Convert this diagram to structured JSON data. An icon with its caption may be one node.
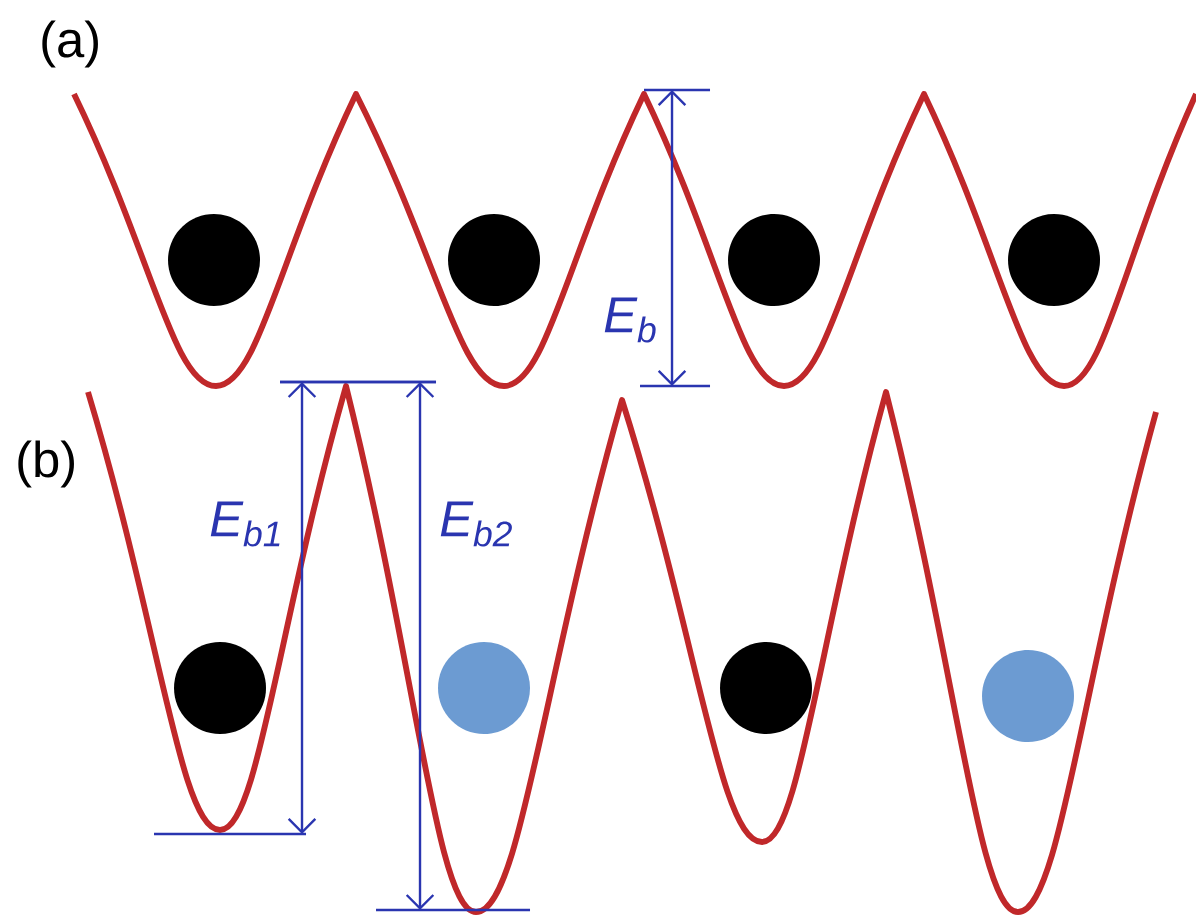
{
  "diagram": {
    "labels": [
      "(a)",
      "E$_{b}$",
      "(b)",
      "E$_{b1}$",
      "E$_{b2}$"
    ]
  }
}
